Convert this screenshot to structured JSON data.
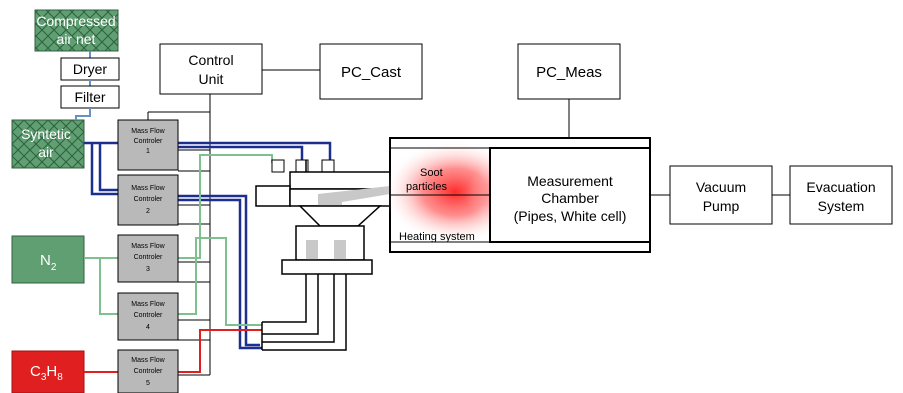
{
  "sources": {
    "compressed_air": [
      "Compressed",
      "air net"
    ],
    "syntetic_air": [
      "Syntetic",
      "air"
    ],
    "n2": {
      "main": "N",
      "sub": "2"
    },
    "c3h8": {
      "c": "C",
      "c_sub": "3",
      "h": "H",
      "h_sub": "8"
    }
  },
  "blocks": {
    "dryer": "Dryer",
    "filter": "Filter",
    "control_unit": [
      "Control",
      "Unit"
    ],
    "pc_cast": "PC_Cast",
    "pc_meas": "PC_Meas",
    "measurement": [
      "Measurement",
      "Chamber",
      "(Pipes, White cell)"
    ],
    "vacuum_pump": [
      "Vacuum",
      "Pump"
    ],
    "evacuation": [
      "Evacuation",
      "System"
    ]
  },
  "mfc": [
    {
      "l1": "Mass Flow",
      "l2": "Controler",
      "n": "1"
    },
    {
      "l1": "Mass Flow",
      "l2": "Controler",
      "n": "2"
    },
    {
      "l1": "Mass Flow",
      "l2": "Controler",
      "n": "3"
    },
    {
      "l1": "Mass Flow",
      "l2": "Controler",
      "n": "4"
    },
    {
      "l1": "Mass Flow",
      "l2": "Controler",
      "n": "5"
    }
  ],
  "labels": {
    "soot": [
      "Soot",
      "particles"
    ],
    "heating": "Heating system"
  },
  "colors": {
    "source_green": "#5f9f72",
    "propane_red": "#e02020",
    "line_blue": "#1c2f8f",
    "line_green": "#7fc08f",
    "mfc_gray": "#b9b9b9",
    "flow_gray": "#c8c8c8"
  }
}
